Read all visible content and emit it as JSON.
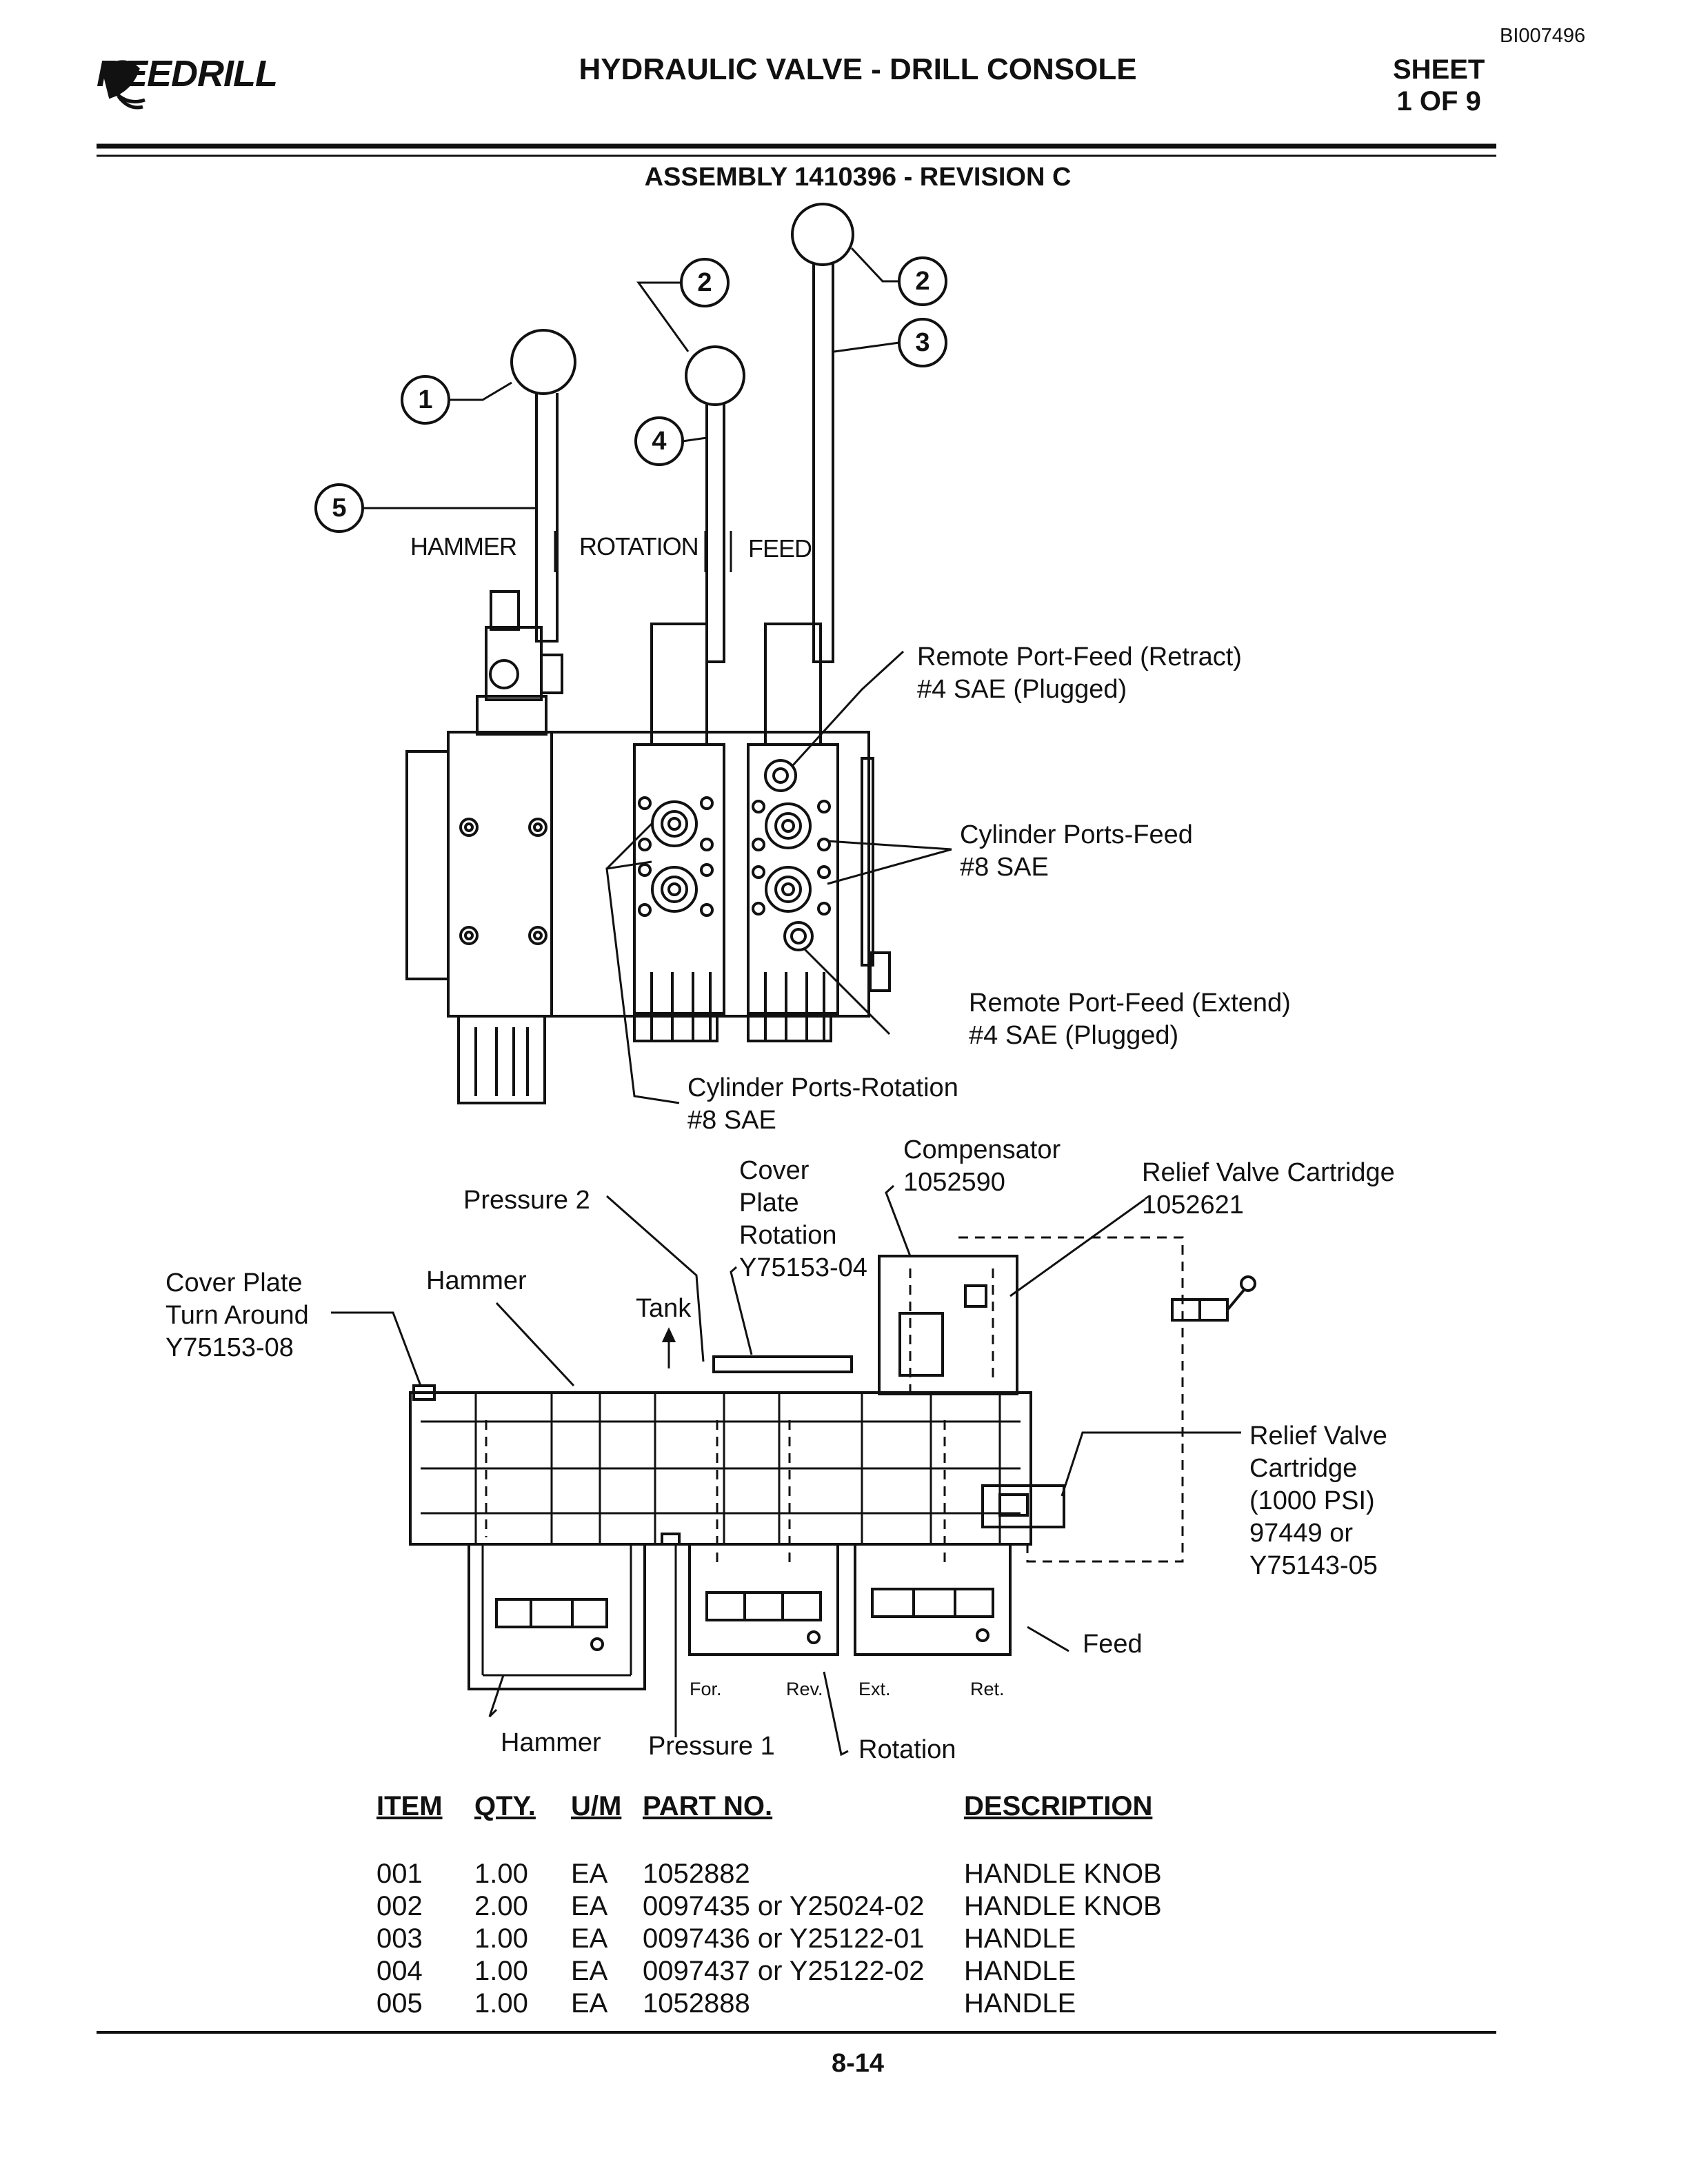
{
  "header": {
    "doc_id": "BI007496",
    "logo": "REEDRILL",
    "title": "HYDRAULIC VALVE - DRILL CONSOLE",
    "sheet_line1": "SHEET",
    "sheet_line2": "1 OF 9",
    "assembly": "ASSEMBLY 1410396 - REVISION C"
  },
  "callouts": {
    "item1": "1",
    "item2a": "2",
    "item2b": "2",
    "item3": "3",
    "item4": "4",
    "item5": "5"
  },
  "lever_labels": {
    "hammer": "HAMMER",
    "rotation": "ROTATION",
    "feed": "FEED"
  },
  "valve_labels": {
    "remote_retract_1": "Remote Port-Feed (Retract)",
    "remote_retract_2": "#4 SAE (Plugged)",
    "cyl_feed_1": "Cylinder Ports-Feed",
    "cyl_feed_2": "#8 SAE",
    "remote_extend_1": "Remote Port-Feed (Extend)",
    "remote_extend_2": "#4 SAE (Plugged)",
    "cyl_rot_1": "Cylinder Ports-Rotation",
    "cyl_rot_2": "#8 SAE"
  },
  "schematic_labels": {
    "compensator_1": "Compensator",
    "compensator_2": "1052590",
    "cover_rot_1": "Cover",
    "cover_rot_2": "Plate",
    "cover_rot_3": "Rotation",
    "cover_rot_4": "Y75153-04",
    "relief_cart_1": "Relief Valve Cartridge",
    "relief_cart_2": "1052621",
    "pressure2": "Pressure 2",
    "cover_turn_1": "Cover Plate",
    "cover_turn_2": "Turn Around",
    "cover_turn_3": "Y75153-08",
    "hammer_top": "Hammer",
    "tank": "Tank",
    "relief1000_1": "Relief Valve",
    "relief1000_2": "Cartridge",
    "relief1000_3": "(1000 PSI)",
    "relief1000_4": "97449 or",
    "relief1000_5": "Y75143-05",
    "feed": "Feed",
    "for": "For.",
    "rev": "Rev.",
    "ext": "Ext.",
    "ret": "Ret.",
    "hammer_bottom": "Hammer",
    "pressure1": "Pressure 1",
    "rotation": "Rotation"
  },
  "parts_table": {
    "headers": [
      "ITEM",
      "QTY.",
      "U/M",
      "PART NO.",
      "DESCRIPTION"
    ],
    "rows": [
      [
        "001",
        "1.00",
        "EA",
        "1052882",
        "HANDLE KNOB"
      ],
      [
        "002",
        "2.00",
        "EA",
        "0097435 or Y25024-02",
        "HANDLE KNOB"
      ],
      [
        "003",
        "1.00",
        "EA",
        "0097436 or Y25122-01",
        "HANDLE"
      ],
      [
        "004",
        "1.00",
        "EA",
        "0097437 or Y25122-02",
        "HANDLE"
      ],
      [
        "005",
        "1.00",
        "EA",
        "1052888",
        "HANDLE"
      ]
    ]
  },
  "footer": {
    "page_number": "8-14"
  }
}
